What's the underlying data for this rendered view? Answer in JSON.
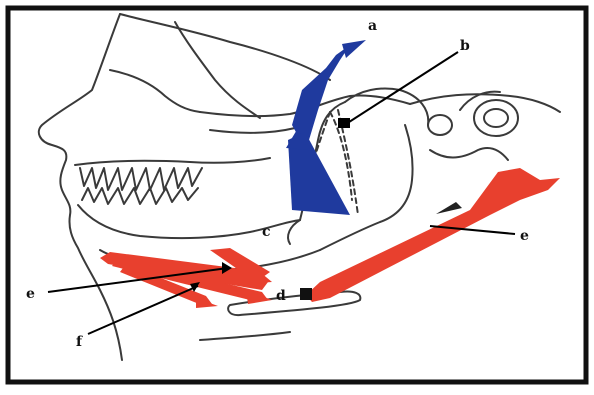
{
  "diagram": {
    "labels": {
      "a": "a",
      "b": "b",
      "c": "c",
      "d": "d",
      "e_right": "e",
      "e_left": "e",
      "f": "f"
    },
    "colors": {
      "frame": "#111111",
      "outline": "#3a3a3a",
      "muscle_red": "#e8402e",
      "muscle_blue": "#1f3a9e",
      "pointer": "#000000"
    },
    "icons": {
      "skull": "skull-outline-icon",
      "muscle_anterior": "blue-muscle-arrow-icon",
      "muscle_digastric": "red-muscle-band-icon"
    }
  }
}
